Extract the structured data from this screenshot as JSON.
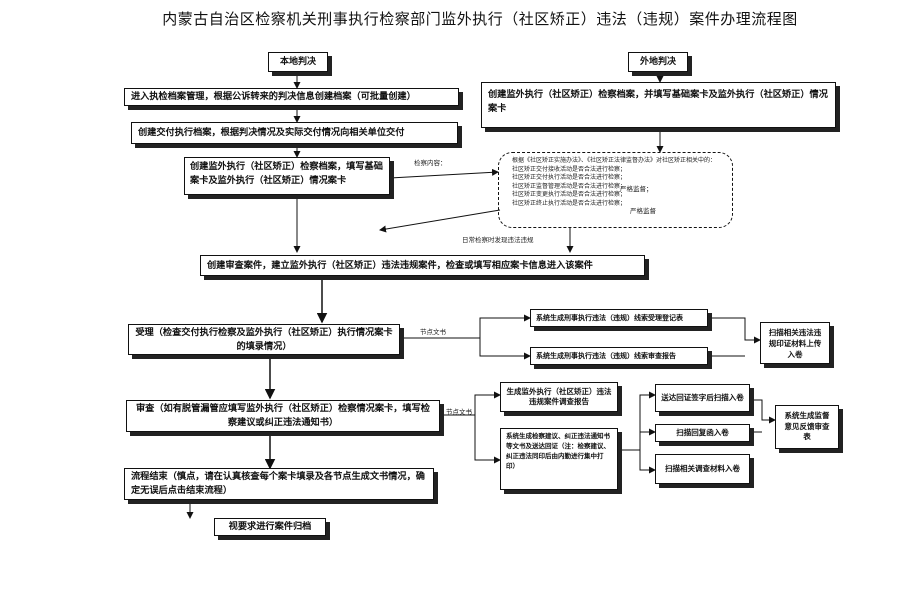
{
  "title": "内蒙古自治区检察机关刑事执行检察部门监外执行（社区矫正）违法（违规）案件办理流程图",
  "local_label": "本地判决",
  "remote_label": "外地判决",
  "steps": {
    "enter_case": "进入执检档案管理，根据公诉转来的判决信息创建档案（可批量创建）",
    "create_delivery": "创建交付执行档案，根据判决情况及实际交付情况向相关单位交付",
    "create_file_local": "创建监外执行（社区矫正）检察档案，填写基础案卡及监外执行（社区矫正）情况案卡",
    "create_file_remote": "创建监外执行（社区矫正）检察档案，并填写基础案卡及监外执行（社区矫正）情况案卡",
    "create_review": "创建审查案件，建立监外执行（社区矫正）违法违规案件，检查或填写相应案卡信息进入该案件",
    "accept": "受理（检查交付执行检察及监外执行（社区矫正）执行情况案卡的填录情况）",
    "review": "审查（如有脱管漏管应填写监外执行（社区矫正）检察情况案卡，填写检察建议或纠正违法通知书）",
    "close": "流程结束（慎点，请在认真核查每个案卡填录及各节点生成文书情况，确定无误后点击结束流程）",
    "archive": "视要求进行案件归档"
  },
  "check_content": {
    "label": "检察内容：",
    "lines": [
      "根据《社区矫正实施办法》、《社区矫正法律监督办法》对社区矫正相关中的：",
      "社区矫正交付接收活动是否合法进行检察；",
      "社区矫正交付执行活动是否合法进行检察；",
      "社区矫正监督管理活动是否合法进行检察；",
      "社区矫正变更执行活动是否合法进行检察；",
      "社区矫正终止执行活动是否合法进行检察；"
    ],
    "side_notes": [
      "严格监督；",
      "严格监督"
    ],
    "daily_note": "日常检察时发现违法违规"
  },
  "doc_note_1": "节点文书",
  "doc_note_2": "节点文书",
  "right": {
    "gen_accept": "系统生成刑事执行违法（违规）线索受理登记表",
    "gen_review_report": "系统生成刑事执行违法（违规）线索审查报告",
    "scan_evidence": "扫描相关违法违规印证材料上传入卷",
    "gen_investigation": "生成监外执行（社区矫正）违法违规案件调查报告",
    "gen_suggestion": "系统生成检察建议、纠正违法通知书等文书及送达回证（注：检察建议、纠正违法同印后由内勤进行集中打印）",
    "scan_receipt": "送达回证签字后扫描入卷",
    "scan_reply": "扫描回复函入卷",
    "scan_investigation": "扫描相关调查材料入卷",
    "supervision": "系统生成监督意见反馈审查表"
  }
}
